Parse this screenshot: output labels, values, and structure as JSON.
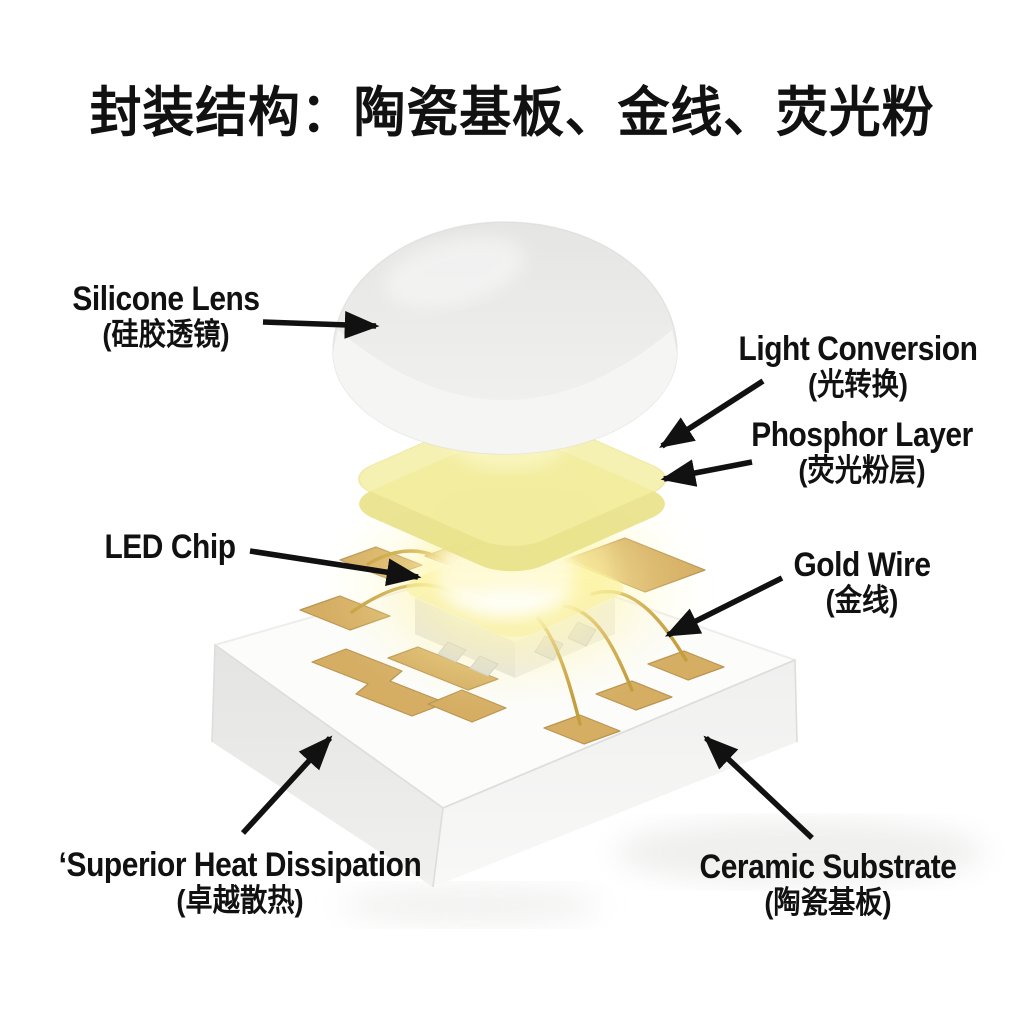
{
  "title": "封装结构：陶瓷基板、金线、荧光粉",
  "labels": {
    "silicone_lens": {
      "en": "Silicone Lens",
      "zh": "(硅胶透镜)"
    },
    "light_conversion": {
      "en": "Light Conversion",
      "zh": "(光转换)"
    },
    "phosphor_layer": {
      "en": "Phosphor Layer",
      "zh": "(荧光粉层)"
    },
    "led_chip": {
      "en": "LED Chip",
      "zh": ""
    },
    "gold_wire": {
      "en": "Gold Wire",
      "zh": "(金线)"
    },
    "heat_dissipation": {
      "en": "‘Superior Heat Dissipation",
      "zh": "(卓越散热)"
    },
    "ceramic_substrate": {
      "en": "Ceramic Substrate",
      "zh": "(陶瓷基板)"
    }
  },
  "colors": {
    "ink": "#111111",
    "gold": "#d5ae64",
    "goldDark": "#bb9450",
    "wire": "#c49d3c",
    "phosphorTop": "#f4efa2",
    "phosphorSide": "#e8e187",
    "lensBody": "#e7e7e6",
    "lensBand": "#f5f5f4",
    "substrateTop": "#fcfcfb",
    "substrateLeft": "#e9e9e8",
    "substrateRight": "#f3f3f2",
    "glowCore": "#ffffff",
    "glowWarm": "#fff6b0"
  }
}
